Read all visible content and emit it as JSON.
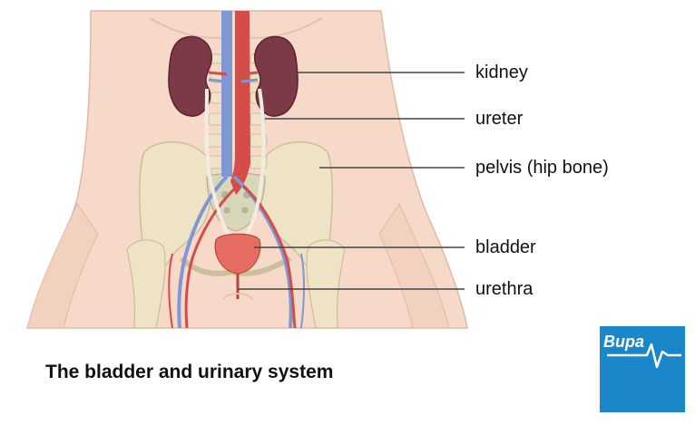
{
  "diagram": {
    "labels": {
      "kidney": "kidney",
      "ureter": "ureter",
      "pelvis": "pelvis (hip bone)",
      "bladder": "bladder",
      "urethra": "urethra"
    },
    "title": "The bladder and urinary system"
  },
  "logo": {
    "brand": "Bupa",
    "color": "#1b86c9"
  },
  "colors": {
    "skin": "#f6d9c8",
    "bone": "#efe3c6",
    "kidney": "#7b3a45",
    "artery": "#d44d48",
    "vein": "#7f97d2",
    "bladder": "#e46c61"
  }
}
